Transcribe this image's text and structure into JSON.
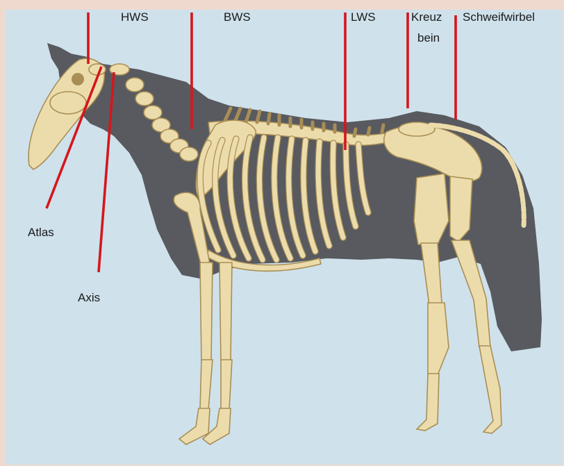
{
  "labels": {
    "hws": "HWS",
    "bws": "BWS",
    "lws": "LWS",
    "kreuzbein_line1": "Kreuz",
    "kreuzbein_line2": "bein",
    "schweifwirbel": "Schweifwirbel",
    "atlas": "Atlas",
    "axis": "Axis"
  },
  "colors": {
    "frame": "#efd9cf",
    "background": "#cfe1eb",
    "silhouette": "#585a60",
    "bone": "#eddcab",
    "bone_outline": "#a88e55",
    "leader_line": "#d5161c"
  }
}
